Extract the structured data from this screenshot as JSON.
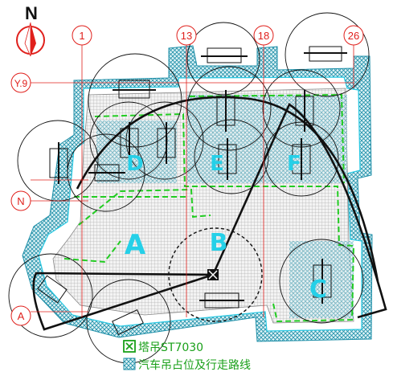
{
  "north": {
    "label": "N",
    "icon": "north-arrow-icon"
  },
  "axes": {
    "columns": [
      "1",
      "13",
      "18",
      "26"
    ],
    "rows": [
      "Y.9",
      "N",
      "A"
    ]
  },
  "zones": [
    "A",
    "B",
    "C",
    "D",
    "E",
    "F"
  ],
  "legend": {
    "tower_crane": "塔吊ST7030",
    "crane_path": "汽车吊占位及行走路线"
  },
  "colors": {
    "axis": "#e0201c",
    "zone_label": "#25d0e8",
    "hatch": "#1f8fa8",
    "green_dash": "#22cc22",
    "legend_text": "#1aa01a",
    "circle": "#000000"
  }
}
